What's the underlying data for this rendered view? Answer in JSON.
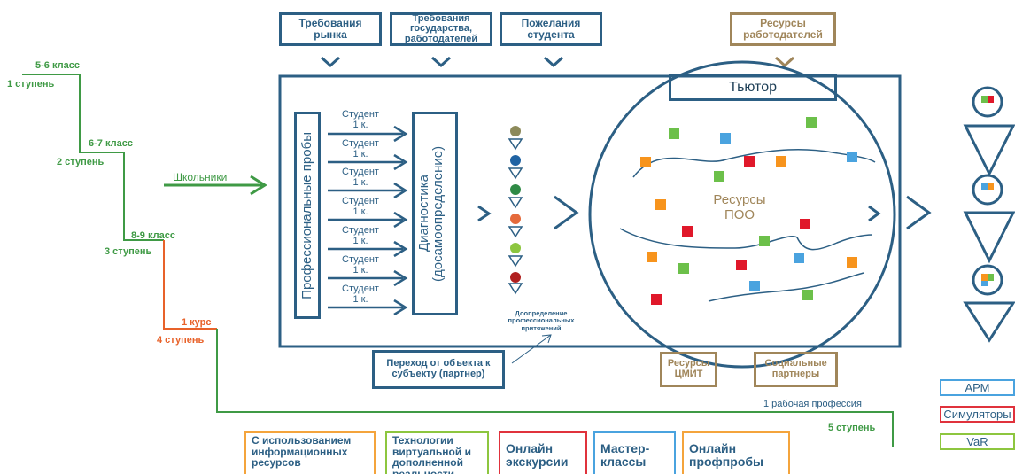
{
  "top_inputs": {
    "market": "Требования рынка",
    "state": "Требования государства, работодателей",
    "student": "Пожелания студента",
    "employer_resources": "Ресурсы работодателей"
  },
  "tutor": "Тьютор",
  "left_vertical": "Профессиональные пробы",
  "diagnostics": "Диагностика (досамоопределение)",
  "students": [
    {
      "name": "Студент",
      "course": "1 к."
    },
    {
      "name": "Студент",
      "course": "1 к."
    },
    {
      "name": "Студент",
      "course": "1 к."
    },
    {
      "name": "Студент",
      "course": "1 к."
    },
    {
      "name": "Студент",
      "course": "1 к."
    },
    {
      "name": "Студент",
      "course": "1 к."
    },
    {
      "name": "Студент",
      "course": "1 к."
    }
  ],
  "pupils_label": "Школьники",
  "resources_center": "Ресурсы ПОО",
  "refinement_note": "Доопределение профессиональных притяжений",
  "transition_box": "Переход от объекта к субъекту (партнер)",
  "bottom_resources": {
    "cmit": "Ресурсы ЦМИТ",
    "partners": "Социальные партнеры"
  },
  "stairs": [
    {
      "grade": "5-6 класс",
      "step": "1 ступень",
      "color": "#3f9a45"
    },
    {
      "grade": "6-7 класс",
      "step": "2 ступень",
      "color": "#3f9a45"
    },
    {
      "grade": "8-9 класс",
      "step": "3 ступень",
      "color": "#3f9a45"
    },
    {
      "grade": "1 курс",
      "step": "4 ступень",
      "color": "#e8622a"
    }
  ],
  "profession": "1 рабочая профессия",
  "step5": "5 ступень",
  "bottom_methods": [
    {
      "text": "С использованием информационных ресурсов",
      "color": "#f4a43c"
    },
    {
      "text": "Технологии виртуальной и дополненной реальности",
      "color": "#8dc63f"
    },
    {
      "text": "Онлайн экскурсии",
      "color": "#e0323c"
    },
    {
      "text": "Мастер-классы",
      "color": "#4aa3df"
    },
    {
      "text": "Онлайн профпробы",
      "color": "#f4a43c"
    }
  ],
  "right_tags": [
    {
      "text": "АРМ",
      "color": "#4aa3df"
    },
    {
      "text": "Симуляторы",
      "color": "#e0323c"
    },
    {
      "text": "VaR",
      "color": "#8dc63f"
    }
  ],
  "colors": {
    "blue": "#2c5f84",
    "brown": "#a0865a",
    "green": "#3f9a45",
    "orange": "#e8622a",
    "sq_green": "#6cc04a",
    "sq_blue": "#4aa3df",
    "sq_red": "#e0182a",
    "sq_orange": "#f7941d"
  }
}
